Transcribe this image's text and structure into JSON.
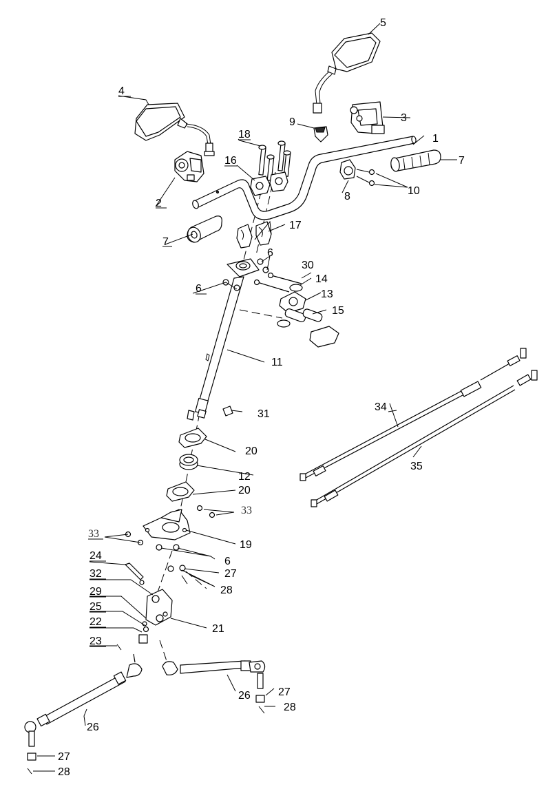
{
  "labels": {
    "l1": "1",
    "l2": "2",
    "l3": "3",
    "l4": "4",
    "l5": "5",
    "l6a": "6",
    "l6b": "6",
    "l6c": "6",
    "l7a": "7",
    "l7b": "7",
    "l8": "8",
    "l9": "9",
    "l10": "10",
    "l11": "11",
    "l12": "12",
    "l13": "13",
    "l14": "14",
    "l15": "15",
    "l16": "16",
    "l17": "17",
    "l18": "18",
    "l19": "19",
    "l20a": "20",
    "l20b": "20",
    "l21": "21",
    "l22": "22",
    "l23": "23",
    "l24": "24",
    "l25": "25",
    "l26a": "26",
    "l26b": "26",
    "l27a": "27",
    "l27b": "27",
    "l27c": "27",
    "l28a": "28",
    "l28b": "28",
    "l28c": "28",
    "l29": "29",
    "l30": "30",
    "l31": "31",
    "l32": "32",
    "l33a": "33",
    "l33b": "33",
    "l34": "34",
    "l35": "35"
  }
}
